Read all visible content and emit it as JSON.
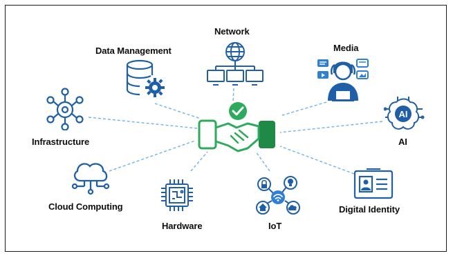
{
  "center": {
    "icon": "handshake-check-icon"
  },
  "nodes": [
    {
      "id": "network",
      "label": "Network",
      "icon": "network-globe-icon"
    },
    {
      "id": "data-management",
      "label": "Data Management",
      "icon": "database-gear-icon"
    },
    {
      "id": "media",
      "label": "Media",
      "icon": "media-person-icon"
    },
    {
      "id": "infrastructure",
      "label": "Infrastructure",
      "icon": "infrastructure-gear-icon"
    },
    {
      "id": "ai",
      "label": "AI",
      "icon": "ai-brain-icon"
    },
    {
      "id": "cloud-computing",
      "label": "Cloud Computing",
      "icon": "cloud-network-icon"
    },
    {
      "id": "hardware",
      "label": "Hardware",
      "icon": "chip-icon"
    },
    {
      "id": "iot",
      "label": "IoT",
      "icon": "iot-wifi-icon"
    },
    {
      "id": "digital-identity",
      "label": "Digital Identity",
      "icon": "id-card-icon"
    }
  ],
  "colors": {
    "blue": "#1f5fa8",
    "accent_blue": "#2f7fd6",
    "green": "#2eaa5c",
    "dark_green": "#1e8a46",
    "line": "#6fb3e6"
  }
}
